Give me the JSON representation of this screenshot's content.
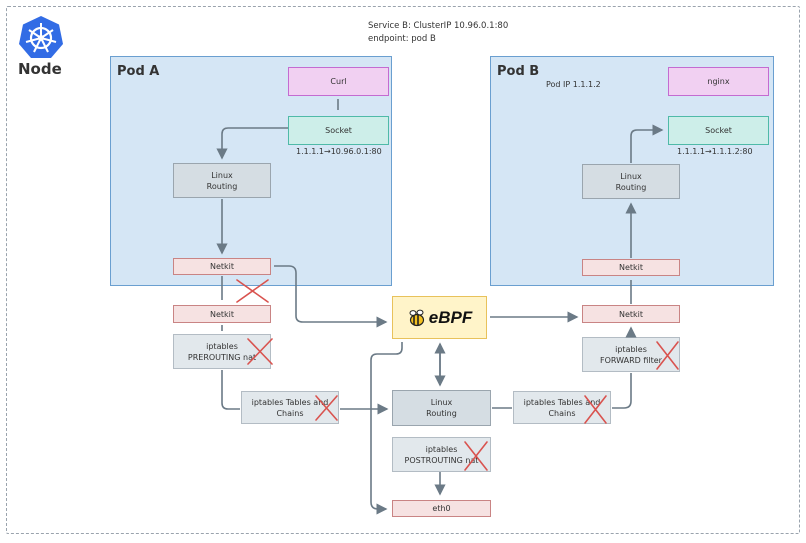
{
  "node": {
    "title": "Node"
  },
  "service": {
    "line1": "Service B: ClusterIP 10.96.0.1:80",
    "line2": "endpoint: pod B"
  },
  "pod_a": {
    "title": "Pod A",
    "curl": "Curl",
    "socket": "Socket",
    "socket_addr": "1.1.1.1→10.96.0.1:80",
    "routing": "Linux\nRouting",
    "netkit": "Netkit"
  },
  "pod_b": {
    "title": "Pod B",
    "ip": "Pod IP 1.1.1.2",
    "nginx": "nginx",
    "socket": "Socket",
    "socket_addr": "1.1.1.1→1.1.1.2:80",
    "routing": "Linux\nRouting",
    "netkit": "Netkit"
  },
  "host": {
    "netkit_a": "Netkit",
    "netkit_b": "Netkit",
    "prerouting": "iptables\nPREROUTING nat",
    "forward": "iptables\nFORWARD filter",
    "tables_left": "iptables Tables and\nChains",
    "tables_right": "iptables Tables and\nChains",
    "routing": "Linux\nRouting",
    "postrouting": "iptables\nPOSTROUTING nat",
    "eth0": "eth0",
    "ebpf_label": "eBPF"
  },
  "colors": {
    "arrow": "#6b7a86",
    "cross": "#d9534f",
    "k8s_blue": "#326ce5"
  }
}
